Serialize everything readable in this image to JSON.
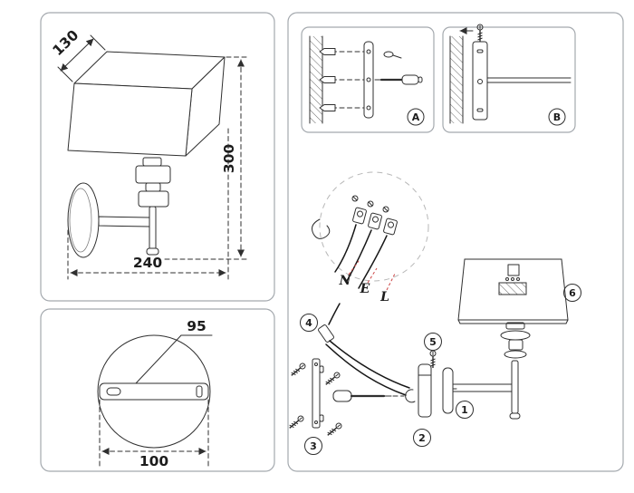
{
  "front_view": {
    "shade_width": "130",
    "height": "300",
    "depth": "240"
  },
  "top_view": {
    "bracket_width": "95",
    "plate_diameter": "100"
  },
  "steps": {
    "a_label": "A",
    "b_label": "B"
  },
  "wiring": {
    "neutral": "N",
    "earth": "E",
    "live": "L"
  },
  "parts": {
    "p1": "1",
    "p2": "2",
    "p3": "3",
    "p4": "4",
    "p5": "5",
    "p6": "6"
  },
  "colors": {
    "line": "#2f2f2f",
    "panel_border": "#a4a9ae",
    "accent_red": "#cc4444"
  }
}
